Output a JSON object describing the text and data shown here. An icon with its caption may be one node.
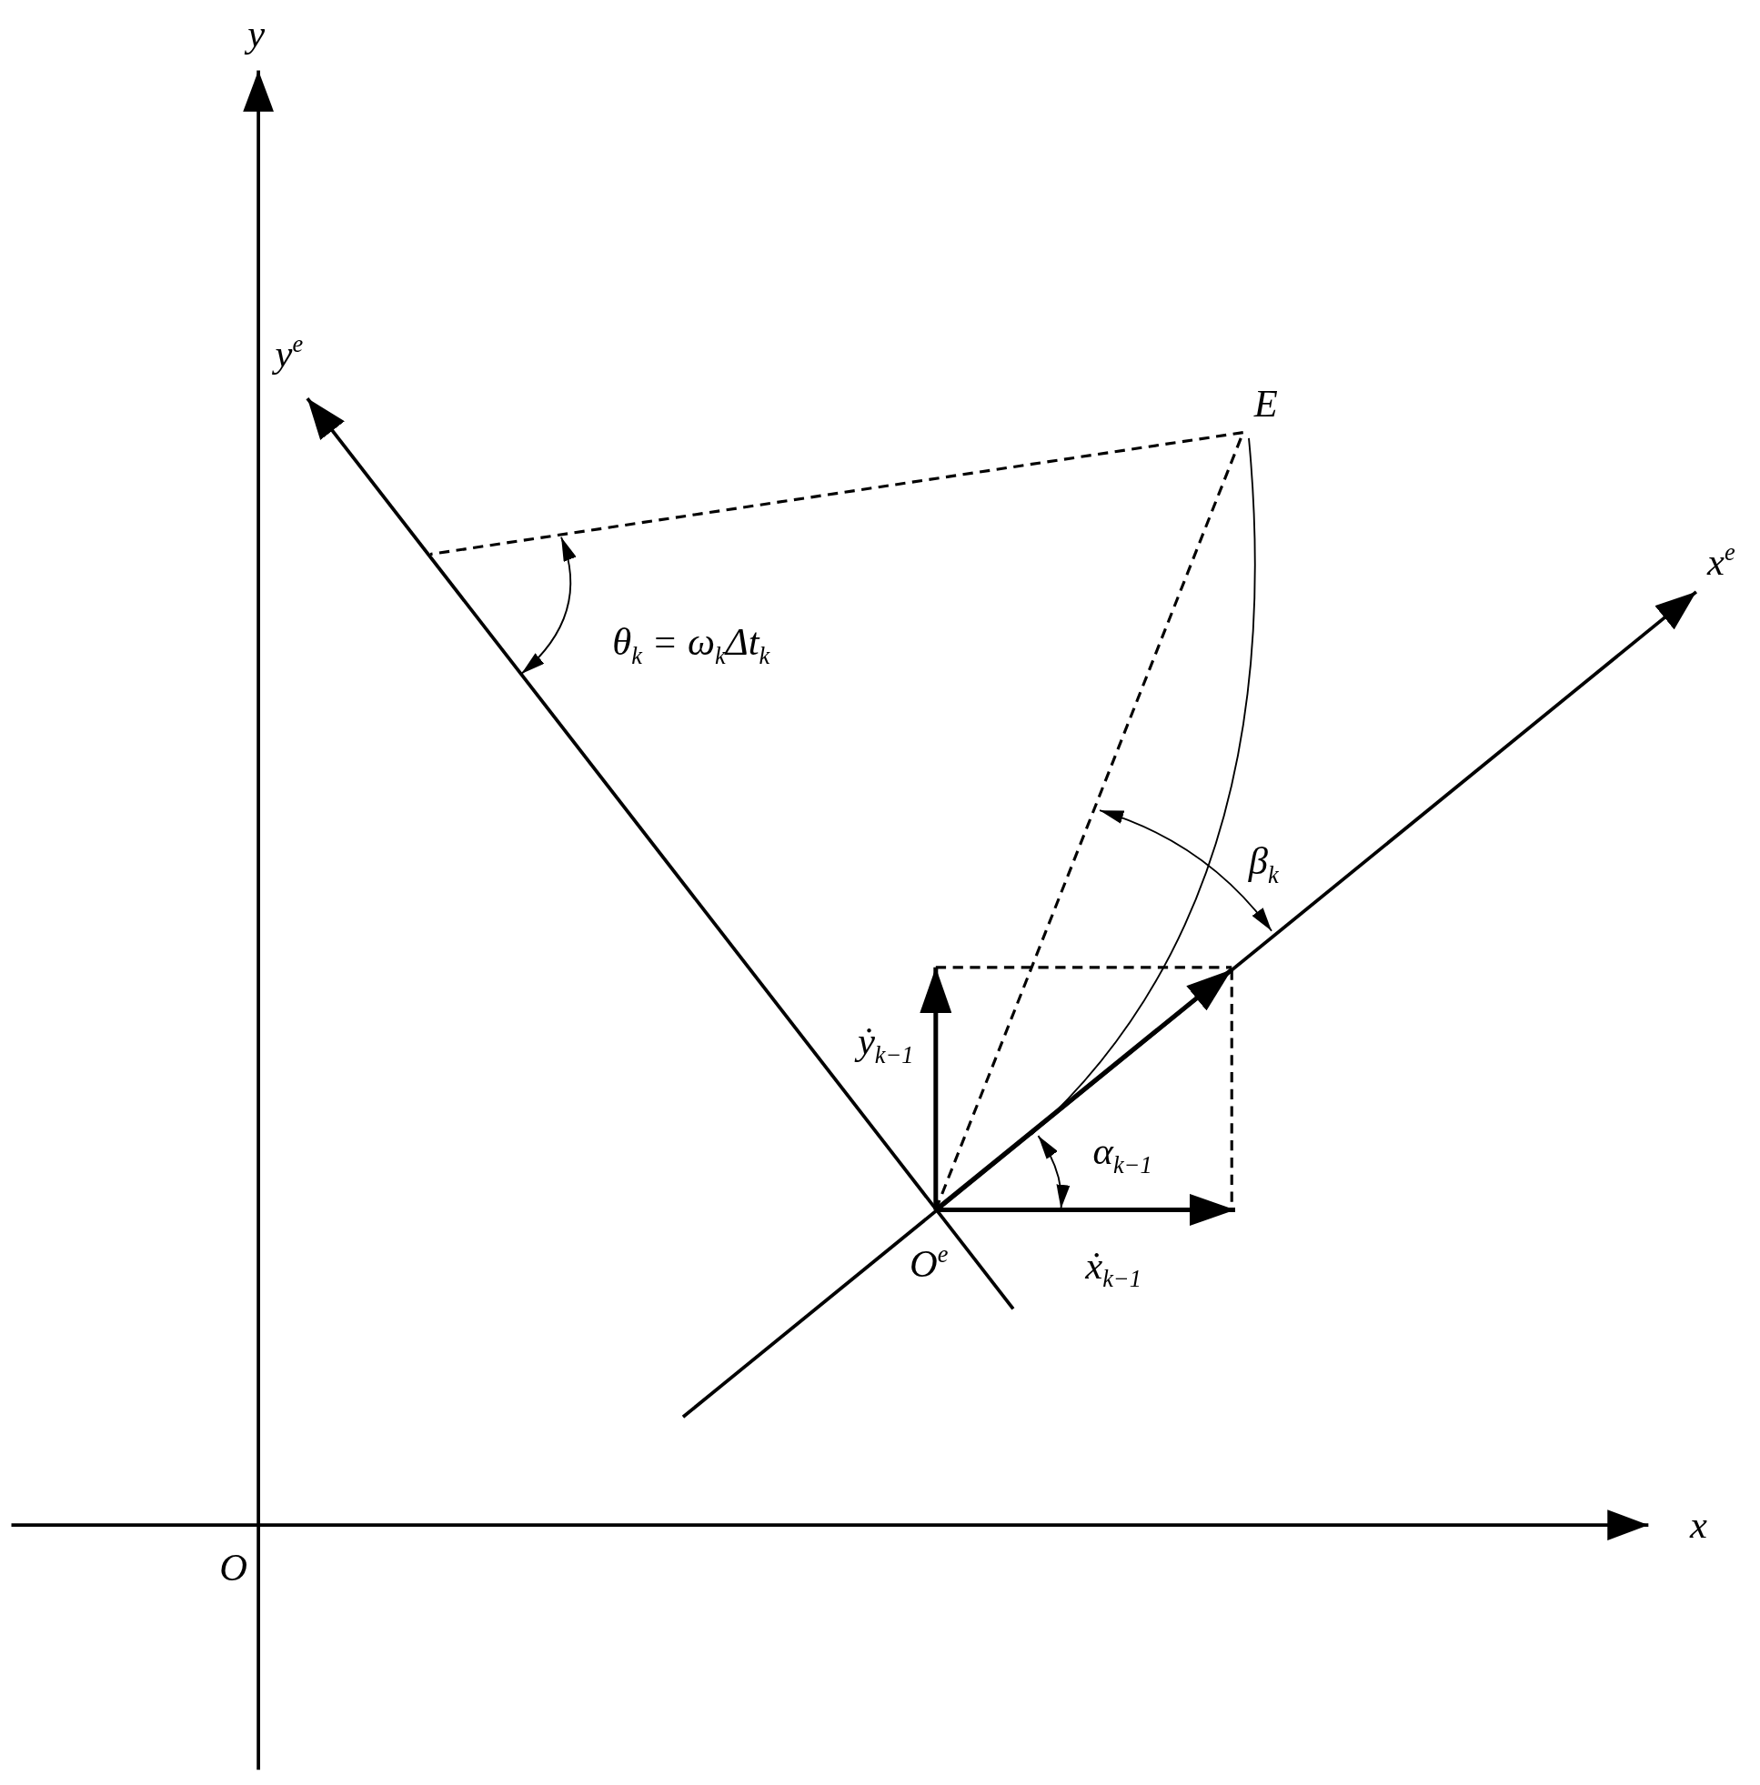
{
  "diagram": {
    "labels": [
      "y",
      "y$^{e}$",
      "E",
      "x$^{e}$",
      "θ$_{k}$ = ω$_{k}$Δt$_{k}$",
      "β$_{k}$",
      "ẏ$_{k−1}$",
      "α$_{k−1}$",
      "O$^{e}$",
      "ẋ$_{k−1}$",
      "x",
      "O"
    ]
  }
}
